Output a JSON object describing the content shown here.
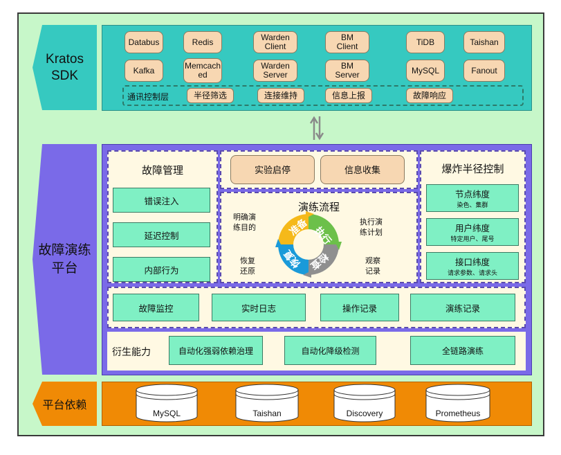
{
  "sdk": {
    "label": "Kratos\nSDK",
    "items": [
      {
        "label": "Databus"
      },
      {
        "label": "Redis"
      },
      {
        "label": "Warden\nClient"
      },
      {
        "label": "BM\nClient"
      },
      {
        "label": "TiDB"
      },
      {
        "label": "Taishan"
      },
      {
        "label": "Kafka"
      },
      {
        "label": "Memcach\ned"
      },
      {
        "label": "Warden\nServer"
      },
      {
        "label": "BM\nServer"
      },
      {
        "label": "MySQL"
      },
      {
        "label": "Fanout"
      }
    ],
    "comm_layer": {
      "title": "通讯控制层",
      "items": [
        "半径筛选",
        "连接维持",
        "信息上报",
        "故障响应"
      ]
    }
  },
  "platform": {
    "label": "故障演练\n平台",
    "fault_mgmt": {
      "title": "故障管理",
      "items": [
        "错误注入",
        "延迟控制",
        "内部行为"
      ]
    },
    "top_buttons": [
      "实验启停",
      "信息收集"
    ],
    "flow": {
      "title": "演练流程",
      "left_top": "明确演\n练目的",
      "left_bottom": "恢复\n还原",
      "right_top": "执行演\n练计划",
      "right_bottom": "观察\n记录",
      "ring": [
        "准备",
        "执行",
        "检查",
        "恢复"
      ]
    },
    "blast": {
      "title": "爆炸半径控制",
      "items": [
        {
          "label": "节点纬度",
          "sub": "染色、集群"
        },
        {
          "label": "用户纬度",
          "sub": "特定用户、尾号"
        },
        {
          "label": "接口纬度",
          "sub": "请求参数、请求头"
        }
      ]
    },
    "monitor_row": [
      "故障监控",
      "实时日志",
      "操作记录",
      "演练记录"
    ],
    "derived": {
      "title": "衍生能力",
      "items": [
        "自动化强弱依赖治理",
        "自动化降级检测",
        "全链路演练"
      ]
    }
  },
  "deps": {
    "label": "平台依赖",
    "items": [
      "MySQL",
      "Taishan",
      "Discovery",
      "Prometheus"
    ]
  },
  "colors": {
    "background": "#c7f7c9",
    "sdk_teal": "#36c9c0",
    "platform_purple": "#7a6ae8",
    "deps_orange": "#f08a05",
    "pill": "#f7d7b2",
    "green_box": "#7ff0c4",
    "cream": "#fff9e3",
    "ring_yellow": "#f5b91a",
    "ring_green": "#6cc04a",
    "ring_gray": "#8f8f8f",
    "ring_blue": "#1a9ad9"
  },
  "icons": [
    "up-down-arrows-icon",
    "database-icon"
  ]
}
